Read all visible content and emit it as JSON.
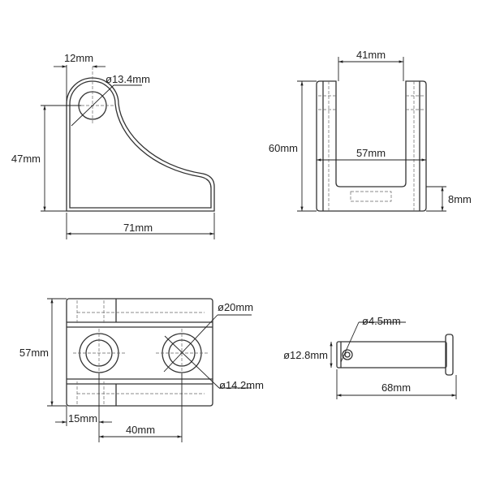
{
  "side_view": {
    "width_dim": "12mm",
    "hole_dim": "ø13.4mm",
    "height_dim": "47mm",
    "length_dim": "71mm"
  },
  "front_view": {
    "slot_dim": "41mm",
    "height_dim": "60mm",
    "width_dim": "57mm",
    "base_dim": "8mm"
  },
  "top_view": {
    "height_dim": "57mm",
    "outer_dim": "ø20mm",
    "inner_dim": "ø14.2mm",
    "offset_dim": "15mm",
    "spacing_dim": "40mm"
  },
  "pin_view": {
    "pin_hole_dim": "ø4.5mm",
    "diameter_dim": "ø12.8mm",
    "length_dim": "68mm"
  }
}
